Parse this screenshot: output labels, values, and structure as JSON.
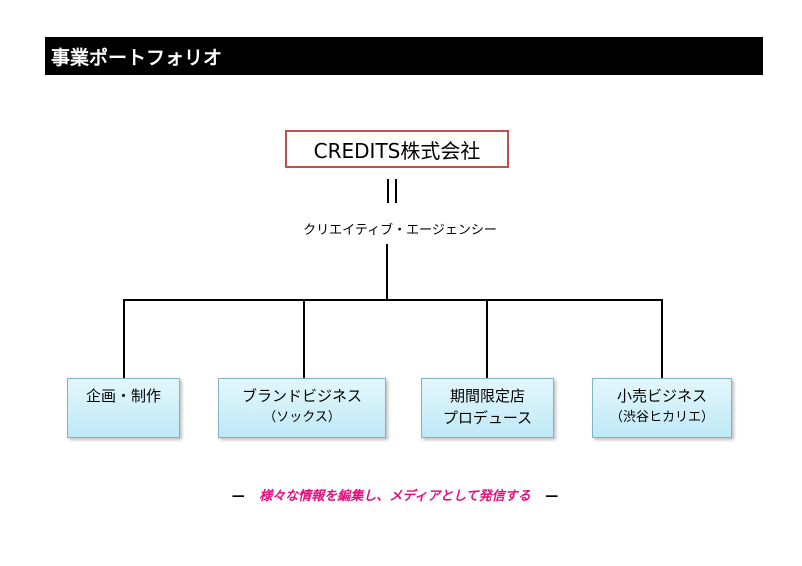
{
  "header": {
    "title": "事業ポートフォリオ"
  },
  "company": {
    "name": "CREDITS株式会社"
  },
  "subtitle": "クリエイティブ・エージェンシー",
  "businesses": [
    {
      "line1": "企画・制作",
      "line2": ""
    },
    {
      "line1": "ブランドビジネス",
      "line2": "（ソックス）"
    },
    {
      "line1": "期間限定店",
      "line2": "プロデュース"
    },
    {
      "line1": "小売ビジネス",
      "line2": "（渋谷ヒカリエ）"
    }
  ],
  "tagline": {
    "dash_left": "—",
    "text": "様々な情報を編集し、メディアとして発信する",
    "dash_right": "—"
  },
  "colors": {
    "title_bar": "#000000",
    "company_border": "#c0504d",
    "box_fill": "#bfe9f6",
    "tagline": "#e0117f"
  }
}
